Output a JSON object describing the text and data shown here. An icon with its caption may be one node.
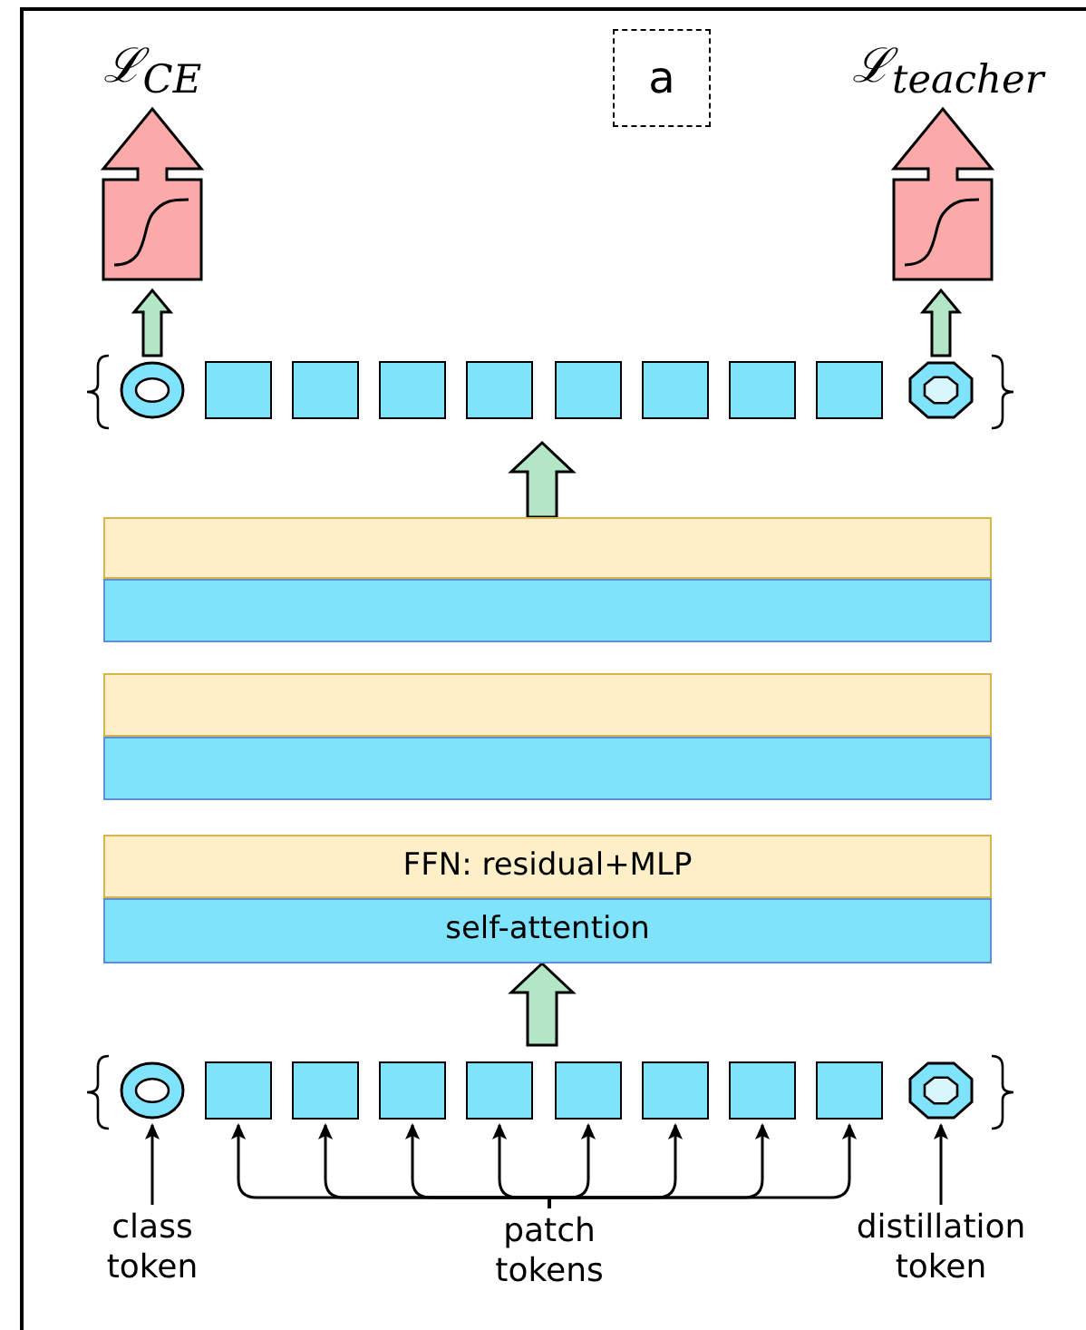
{
  "diagram": {
    "nodes": [
      {
        "text": [
          "ℒ$_{CE}$"
        ]
      },
      {
        "text": [
          "a"
        ]
      },
      {
        "text": [
          "ℒ$_{teacher}$"
        ]
      },
      {
        "text": [],
        "shape": "circle"
      },
      {
        "text": [],
        "shape": "box"
      },
      {
        "text": [],
        "shape": "box"
      },
      {
        "text": [],
        "shape": "box"
      },
      {
        "text": [],
        "shape": "box"
      },
      {
        "text": [],
        "shape": "box"
      },
      {
        "text": [],
        "shape": "box"
      },
      {
        "text": [],
        "shape": "box"
      },
      {
        "text": [],
        "shape": "box"
      },
      {
        "text": [],
        "shape": "octagon"
      },
      {
        "text": [],
        "shape": "bar"
      },
      {
        "text": [],
        "shape": "bar"
      },
      {
        "text": [],
        "shape": "bar"
      },
      {
        "text": [],
        "shape": "bar"
      },
      {
        "text": [
          "FFN: residual+MLP"
        ]
      },
      {
        "text": [
          "self-attention"
        ]
      },
      {
        "text": [],
        "shape": "circle"
      },
      {
        "text": [],
        "shape": "box"
      },
      {
        "text": [],
        "shape": "box"
      },
      {
        "text": [],
        "shape": "box"
      },
      {
        "text": [],
        "shape": "box"
      },
      {
        "text": [],
        "shape": "box"
      },
      {
        "text": [],
        "shape": "box"
      },
      {
        "text": [],
        "shape": "box"
      },
      {
        "text": [],
        "shape": "box"
      },
      {
        "text": [],
        "shape": "octagon"
      },
      {
        "text": [
          "class token"
        ]
      },
      {
        "text": [
          "patch tokens"
        ]
      },
      {
        "text": [
          "distillation token"
        ]
      }
    ],
    "edges": [
      {
        "from": 3,
        "to": 0,
        "arrow": "to",
        "style": "thick",
        "color": "#b3e6c4"
      },
      {
        "from": 12,
        "to": 2,
        "arrow": "to",
        "style": "thick",
        "color": "#b3e6c4"
      },
      {
        "from": 13,
        "to": null,
        "arrow": "to",
        "style": "thick",
        "color": "#b3e6c4"
      },
      {
        "from": null,
        "to": 18,
        "arrow": "to",
        "style": "thick",
        "color": "#b3e6c4"
      },
      {
        "from": 29,
        "to": 19,
        "arrow": "to"
      },
      {
        "from": 30,
        "to": 20,
        "arrow": "to"
      },
      {
        "from": 30,
        "to": 21,
        "arrow": "to"
      },
      {
        "from": 30,
        "to": 22,
        "arrow": "to"
      },
      {
        "from": 30,
        "to": 23,
        "arrow": "to"
      },
      {
        "from": 30,
        "to": 24,
        "arrow": "to"
      },
      {
        "from": 30,
        "to": 25,
        "arrow": "to"
      },
      {
        "from": 30,
        "to": 26,
        "arrow": "to"
      },
      {
        "from": 30,
        "to": 27,
        "arrow": "to"
      },
      {
        "from": 31,
        "to": 28,
        "arrow": "to"
      }
    ]
  }
}
